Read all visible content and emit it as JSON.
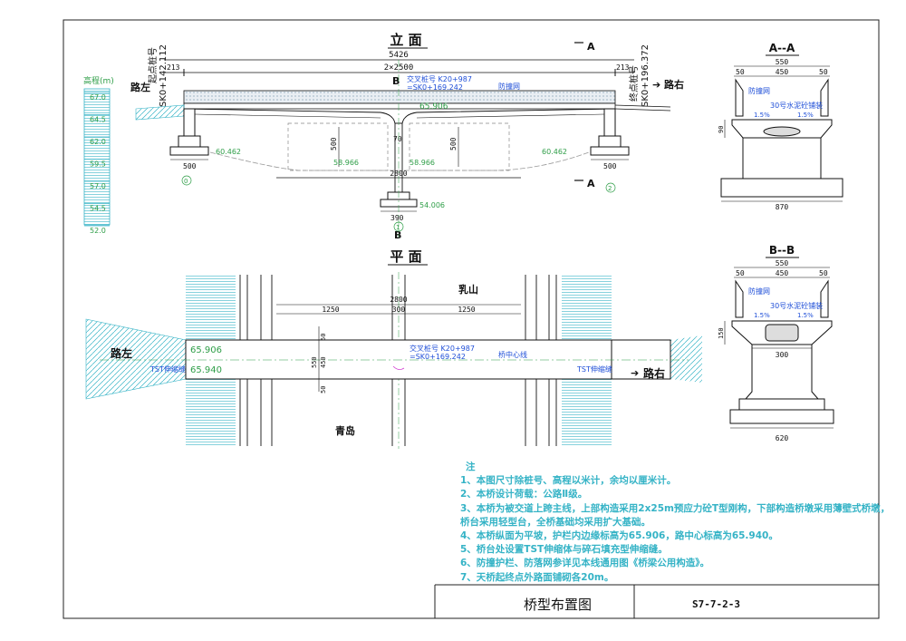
{
  "elevation": {
    "title": "立 面",
    "overall_length": "5426",
    "span_total": "2×2500",
    "abutment_left_len": "213",
    "abutment_right_len": "213",
    "start_label": "起点桩号",
    "start_station": "SK0+142.112",
    "end_label": "终点桩号",
    "end_station": "SK0+196.372",
    "left_road": "路左",
    "right_road": "路右",
    "intersection_label": "交叉桩号 K20+987",
    "intersection_sub": "=SK0+169.242",
    "guardrail": "防撞网",
    "deck_elev": "65.906",
    "pier_height_left": "500",
    "pier_height_right": "500",
    "pier_top_70": "70",
    "elev_left": "60.462",
    "elev_right": "60.462",
    "footing_left": "500",
    "footing_right": "500",
    "ground_left": "58.966",
    "ground_right": "58.966",
    "pier_span": "2800",
    "pier_base_elev": "54.006",
    "pier_footing_width": "390",
    "node_0": "0",
    "node_1": "1",
    "node_2": "2",
    "section_marker_A": "A",
    "section_marker_B": "B"
  },
  "elevation_scale": {
    "title": "高程(m)",
    "ticks": [
      "67.0",
      "64.5",
      "62.0",
      "59.5",
      "57.0",
      "54.5",
      "52.0"
    ]
  },
  "plan": {
    "title": "平 面",
    "top_road": "乳山",
    "bottom_road": "青岛",
    "width_total": "2800",
    "dim_a": "1250",
    "dim_b": "300",
    "dim_c": "1250",
    "left_road": "路左",
    "right_road": "路右",
    "elev_left_top": "65.906",
    "elev_left_bottom": "65.940",
    "joint_left": "TST伸缩缝",
    "joint_right": "TST伸缩缝",
    "centerline": "桥中心线",
    "intersection_label": "交叉桩号 K20+987",
    "intersection_sub": "=SK0+169.242",
    "width_550": "550",
    "width_450": "450",
    "edge_50_top": "50",
    "edge_50_bottom": "50"
  },
  "section_aa": {
    "title": "A--A",
    "top_width": "550",
    "inner_width": "450",
    "edge_left": "50",
    "edge_right": "50",
    "guardrail": "防撞网",
    "pavement": "30号水泥砼铺装",
    "slope_left": "1.5%",
    "slope_right": "1.5%",
    "height": "90",
    "base_width": "870"
  },
  "section_bb": {
    "title": "B--B",
    "top_width": "550",
    "inner_width": "450",
    "edge_left": "50",
    "edge_right": "50",
    "guardrail": "防撞网",
    "pavement": "30号水泥砼铺装",
    "slope_left": "1.5%",
    "slope_right": "1.5%",
    "height": "150",
    "pier_width": "300",
    "base_width": "620"
  },
  "notes": {
    "heading": "注",
    "items": [
      "1、本图尺寸除桩号、高程以米计，余均以厘米计。",
      "2、本桥设计荷载：公路Ⅱ级。",
      "3、本桥为被交道上跨主线，上部构造采用2x25m预应力砼T型刚构，下部构造桥墩采用薄壁式桥墩，",
      "   桥台采用轻型台，全桥基础均采用扩大基础。",
      "4、本桥纵面为平坡，护栏内边缘标高为65.906，路中心标高为65.940。",
      "5、桥台处设置TST伸缩体与碎石填充型伸缩缝。",
      "6、防撞护栏、防落网参详见本线通用图《桥梁公用构造》。",
      "7、天桥起终点外路面铺砌各20m。"
    ]
  },
  "title_block": {
    "drawing_title": "桥型布置图",
    "drawing_no": "S7-7-2-3"
  },
  "colors": {
    "line": "#111111",
    "cyan": "#35b3c6",
    "green": "#2f9e48",
    "magenta": "#d23bd2",
    "blue": "#1f4fd8"
  }
}
